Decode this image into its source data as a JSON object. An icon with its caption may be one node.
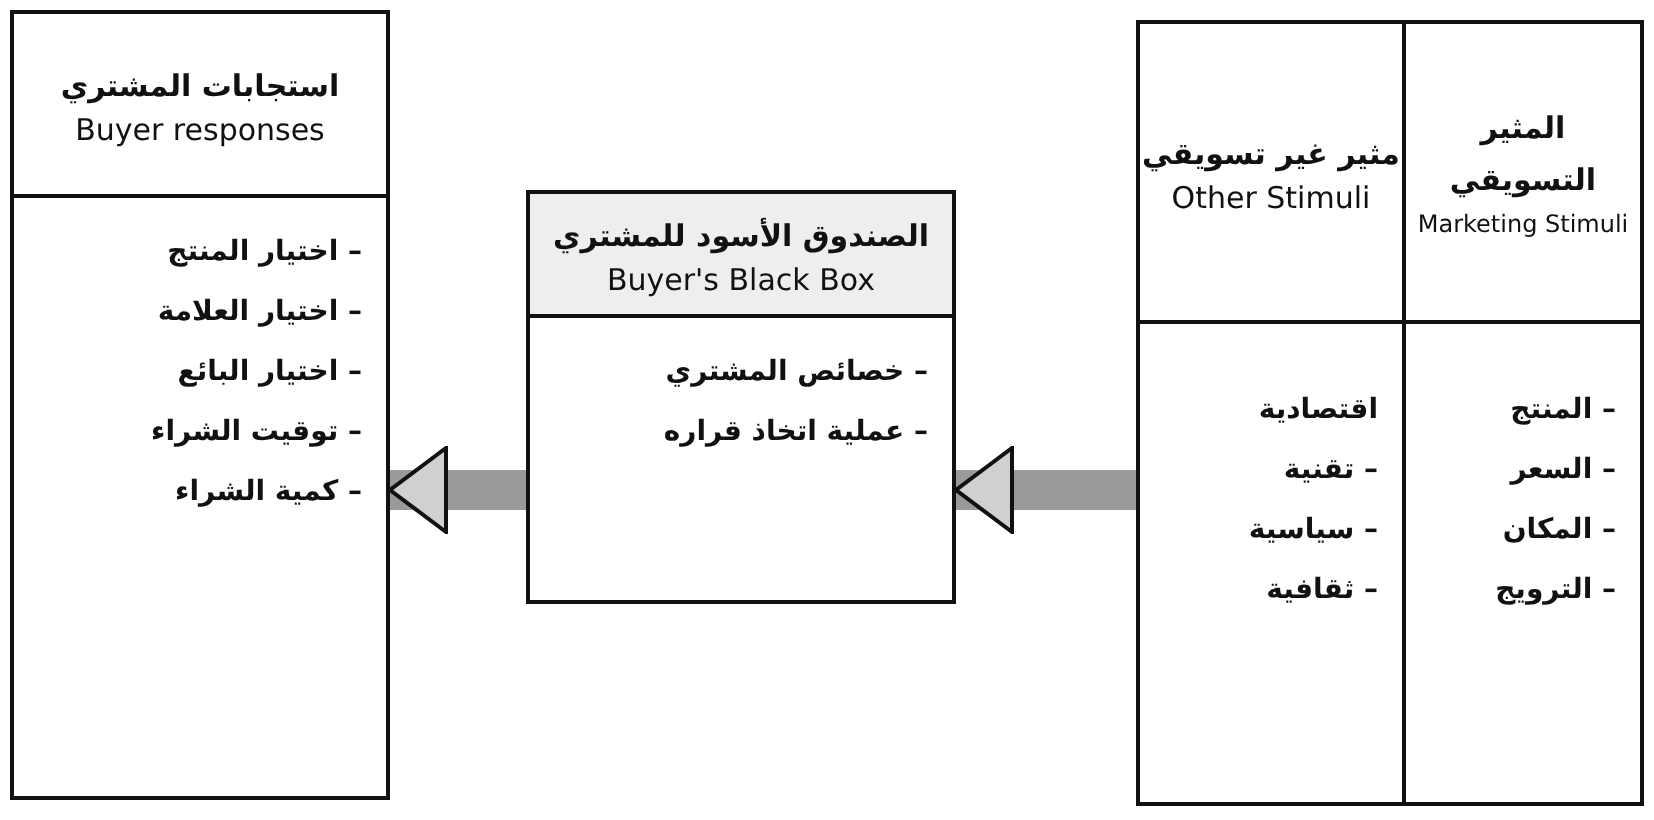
{
  "diagram": {
    "nodes": [
      {
        "text": [],
        "shape": "box"
      },
      {
        "text": [
          "المثير التسويقي",
          "Marketing Stimuli",
          "– المنتج",
          "– السعر",
          "– المكان",
          "– الترويج"
        ],
        "in": 0
      },
      {
        "text": [
          "مثير غير تسويقي",
          "Other Stimuli",
          "اقتصادية",
          "– تقنية",
          "– سياسية",
          "– ثقافية"
        ],
        "in": 0
      },
      {
        "text": [
          "الصندوق الأسود للمشتري",
          "Buyer's Black Box",
          "– خصائص المشتري",
          "– عملية اتخاذ قراره"
        ]
      },
      {
        "text": [
          "استجابات المشتري",
          "Buyer responses",
          "– اختيار المنتج",
          "– اختيار العلامة",
          "– اختيار البائع",
          "– توقيت الشراء",
          "– كمية الشراء"
        ]
      }
    ],
    "edges": [
      {
        "from": 0,
        "to": 3,
        "arrow": "to"
      },
      {
        "from": 3,
        "to": 4,
        "arrow": "to"
      }
    ]
  }
}
